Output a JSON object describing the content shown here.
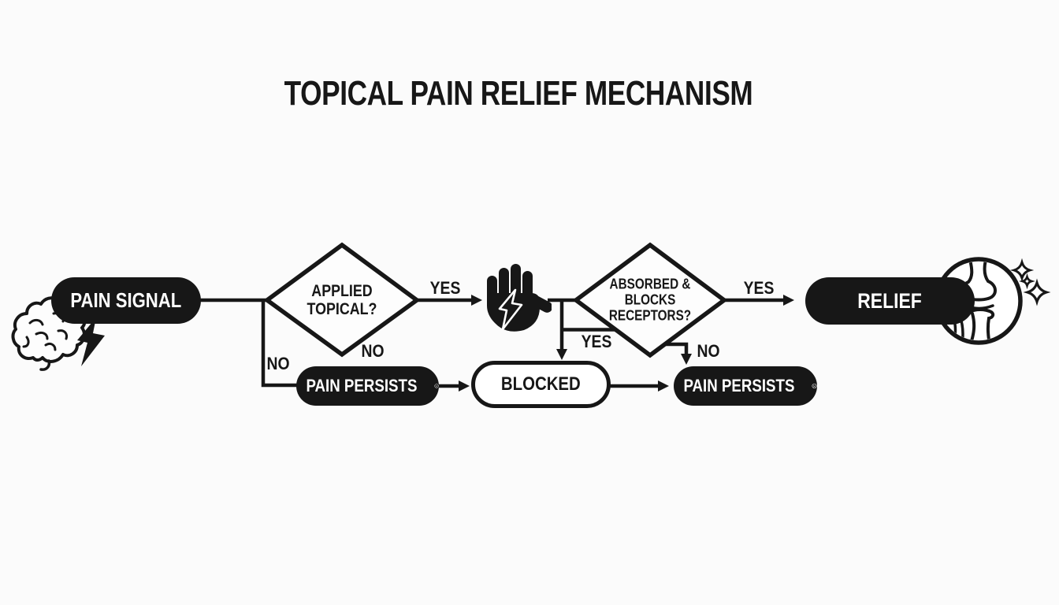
{
  "title": "TOPICAL PAIN RELIEF MECHANISM",
  "colors": {
    "ink": "#171717",
    "background": "#fbfbfb",
    "pill_text": "#ffffff"
  },
  "nodes": {
    "pain_signal": {
      "label": "PAIN SIGNAL",
      "type": "start"
    },
    "applied_topical": {
      "label": "APPLIED TOPICAL?",
      "line1": "APPLIED",
      "line2": "TOPICAL?",
      "type": "decision"
    },
    "absorbed_blocks": {
      "label": "ABSORBED & BLOCKS RECEPTORS?",
      "line1": "ABSORBED &",
      "line2": "BLOCKS",
      "line3": "RECEPTORS?",
      "type": "decision"
    },
    "pain_persists_left": {
      "label": "PAIN PERSISTS",
      "type": "end"
    },
    "blocked": {
      "label": "BLOCKED",
      "type": "process"
    },
    "pain_persists_right": {
      "label": "PAIN PERSISTS",
      "type": "end"
    },
    "relief": {
      "label": "RELIEF",
      "type": "end"
    }
  },
  "edge_labels": {
    "applied_yes": "YES",
    "applied_no_below": "NO",
    "applied_no_branch": "NO",
    "blocked_yes": "YES",
    "absorbed_yes": "YES",
    "absorbed_no": "NO"
  },
  "icons": {
    "brain": "brain-icon",
    "pain_lightning": "lightning-bolt-icon",
    "hand": "hand-icon",
    "hand_lightning": "lightning-bolt-icon",
    "sad_face": "sad-face-icon",
    "knee_joint": "knee-joint-icon",
    "sparkles": "sparkles-icon"
  }
}
